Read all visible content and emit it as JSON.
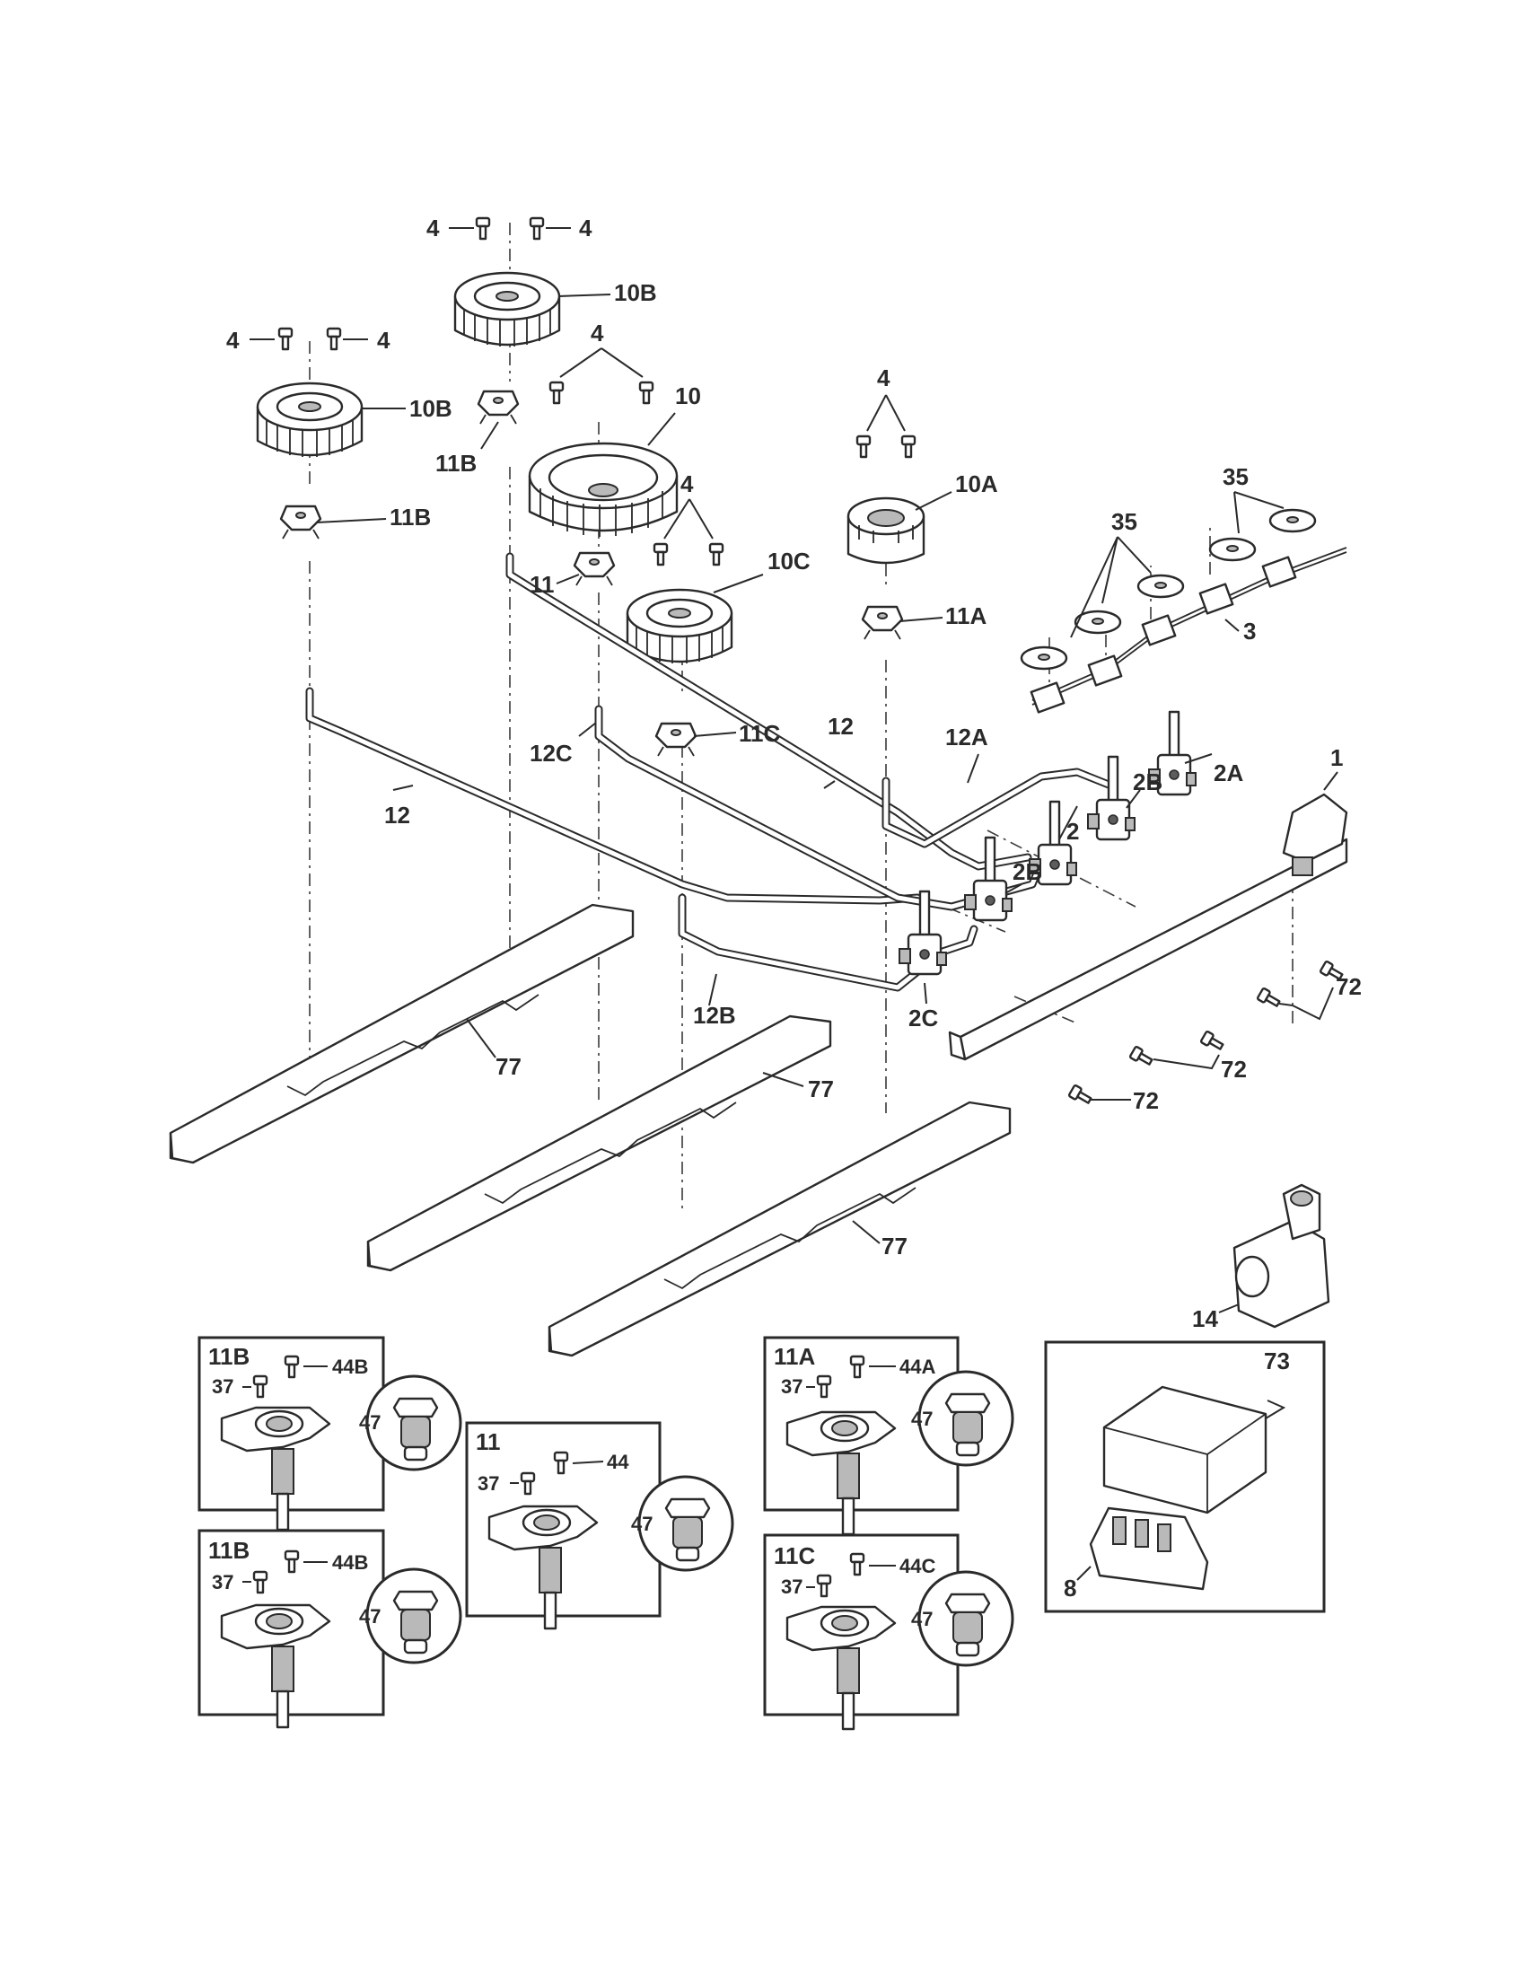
{
  "callouts": {
    "c4a": "4",
    "c4b": "4",
    "c4c": "4",
    "c4d": "4",
    "c4e": "4",
    "c4f": "4",
    "c4g": "4",
    "c10b_top": "10B",
    "c10b_left": "10B",
    "c10": "10",
    "c10a": "10A",
    "c10c": "10C",
    "c11b_top": "11B",
    "c11b_left": "11B",
    "c11": "11",
    "c11a": "11A",
    "c11c": "11C",
    "c12_left": "12",
    "c12_mid": "12",
    "c12a": "12A",
    "c12b": "12B",
    "c12c": "12C",
    "c35_a": "35",
    "c35_b": "35",
    "c3": "3",
    "c1": "1",
    "c2": "2",
    "c2a": "2A",
    "c2b_a": "2B",
    "c2b_b": "2B",
    "c2c": "2C",
    "c72_a": "72",
    "c72_b": "72",
    "c72_c": "72",
    "c77_a": "77",
    "c77_b": "77",
    "c77_c": "77",
    "c14": "14",
    "c73": "73",
    "c8": "8"
  },
  "detail_boxes": [
    {
      "title": "11B",
      "screw": "37",
      "orifice": "44B",
      "spare": "47"
    },
    {
      "title": "11B",
      "screw": "37",
      "orifice": "44B",
      "spare": "47"
    },
    {
      "title": "11",
      "screw": "37",
      "orifice": "44",
      "spare": "47"
    },
    {
      "title": "11A",
      "screw": "37",
      "orifice": "44A",
      "spare": "47"
    },
    {
      "title": "11C",
      "screw": "37",
      "orifice": "44C",
      "spare": "47"
    }
  ]
}
